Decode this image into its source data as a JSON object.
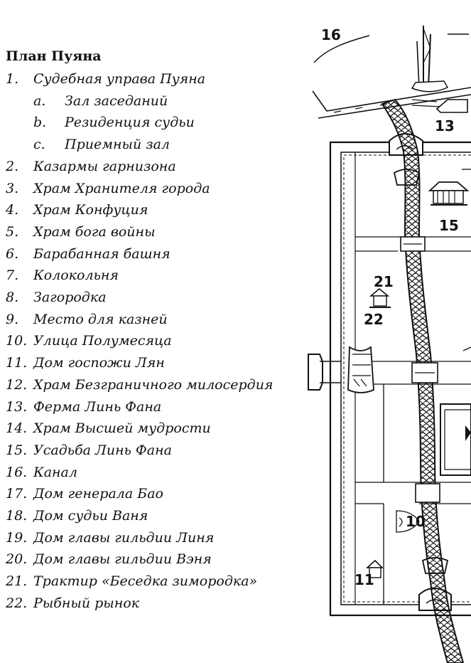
{
  "legend": {
    "title": "План Пуяна",
    "items": [
      {
        "num": "1.",
        "label": "Судебная управа Пуяна",
        "sub": false
      },
      {
        "num": "a.",
        "label": "Зал заседаний",
        "sub": true
      },
      {
        "num": "b.",
        "label": "Резиденция судьи",
        "sub": true
      },
      {
        "num": "c.",
        "label": "Приемный зал",
        "sub": true
      },
      {
        "num": "2.",
        "label": "Казармы гарнизона",
        "sub": false
      },
      {
        "num": "3.",
        "label": "Храм Хранителя города",
        "sub": false
      },
      {
        "num": "4.",
        "label": "Храм Конфуция",
        "sub": false
      },
      {
        "num": "5.",
        "label": "Храм бога войны",
        "sub": false
      },
      {
        "num": "6.",
        "label": "Барабанная башня",
        "sub": false
      },
      {
        "num": "7.",
        "label": "Колокольня",
        "sub": false
      },
      {
        "num": "8.",
        "label": "Загородка",
        "sub": false
      },
      {
        "num": "9.",
        "label": "Место для казней",
        "sub": false
      },
      {
        "num": "10.",
        "label": "Улица Полумесяца",
        "sub": false
      },
      {
        "num": "11.",
        "label": "Дом госпожи Лян",
        "sub": false
      },
      {
        "num": "12.",
        "label": "Храм Безграничного милосердия",
        "sub": false
      },
      {
        "num": "13.",
        "label": "Ферма Линь Фана",
        "sub": false
      },
      {
        "num": "14.",
        "label": "Храм Высшей мудрости",
        "sub": false
      },
      {
        "num": "15.",
        "label": "Усадьба Линь Фана",
        "sub": false
      },
      {
        "num": "16.",
        "label": "Канал",
        "sub": false
      },
      {
        "num": "17.",
        "label": "Дом генерала Бао",
        "sub": false
      },
      {
        "num": "18.",
        "label": "Дом судьи Ваня",
        "sub": false
      },
      {
        "num": "19.",
        "label": "Дом главы гильдии Линя",
        "sub": false
      },
      {
        "num": "20.",
        "label": "Дом главы гильдии Вэня",
        "sub": false
      },
      {
        "num": "21.",
        "label": "Трактир «Беседка зимородка»",
        "sub": false
      },
      {
        "num": "22.",
        "label": "Рыбный рынок",
        "sub": false
      }
    ]
  },
  "map": {
    "labels": {
      "canal": "16",
      "farm": "13",
      "manor": "15",
      "tavern": "21",
      "fish_market": "22",
      "crescent_street": "10",
      "lady_liang": "11"
    },
    "ink": "#111111"
  }
}
